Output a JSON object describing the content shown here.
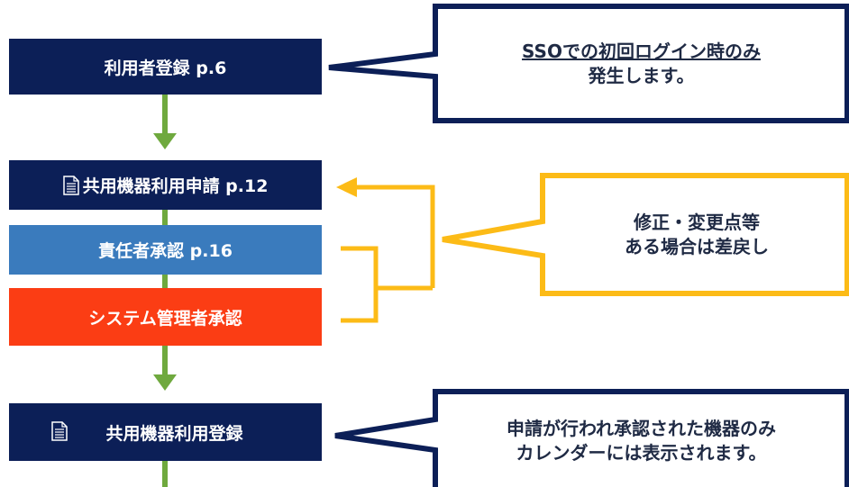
{
  "colors": {
    "navy": "#0c1f57",
    "blue": "#3a7bbd",
    "red": "#fb3d14",
    "green": "#6fa93e",
    "yellow": "#fcbb17",
    "text_dark": "#1f2a44"
  },
  "steps": [
    {
      "label": "利用者登録 p.6"
    },
    {
      "label": "共用機器利用申請 p.12",
      "icon": "document-icon"
    },
    {
      "label": "責任者承認 p.16"
    },
    {
      "label": "システム管理者承認"
    },
    {
      "label": "共用機器利用登録",
      "icon": "document-icon"
    }
  ],
  "callouts": [
    {
      "line1": "SSOでの初回ログイン時のみ",
      "line2": "発生します。"
    },
    {
      "line1": "修正・変更点等",
      "line2": "ある場合は差戻し"
    },
    {
      "line1": "申請が行われ承認された機器のみ",
      "line2": "カレンダーには表示されます。"
    }
  ]
}
